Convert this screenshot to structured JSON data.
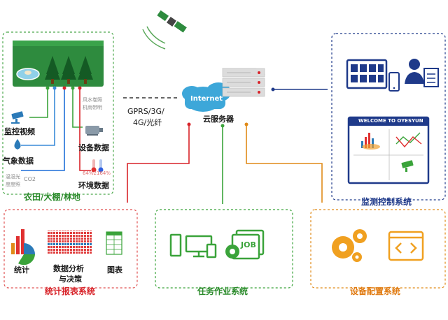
{
  "farm": {
    "title": "农田/大棚/林地",
    "monitor_video": "监控视频",
    "weather_data": "气象数据",
    "device_data": "设备数据",
    "env_data": "环境数据",
    "wind_lines": [
      "风水卷照",
      "机雨带明"
    ],
    "sensor_lines": [
      "温湿光",
      "度度照"
    ],
    "co2": "CO2",
    "percent_readout": "64%2164%"
  },
  "network": {
    "label_line1": "GPRS/3G/",
    "label_line2": "4G/光纤"
  },
  "cloud": {
    "internet": "Internet",
    "server_label": "云服务器"
  },
  "monitor_system": {
    "title": "监测控制系统",
    "welcome": "WELCOME TO OYESYUN"
  },
  "stats_system": {
    "title": "统计报表系统",
    "items": [
      "统计",
      "数据分析",
      "与决策",
      "图表"
    ]
  },
  "task_system": {
    "title": "任务作业系统",
    "job": "JOB"
  },
  "config_system": {
    "title": "设备配置系统"
  },
  "colors": {
    "green": "#3aa33a",
    "blue": "#1f3a8a",
    "red": "#d8242a",
    "orange": "#e08a18",
    "cloud": "#3da7d9"
  }
}
